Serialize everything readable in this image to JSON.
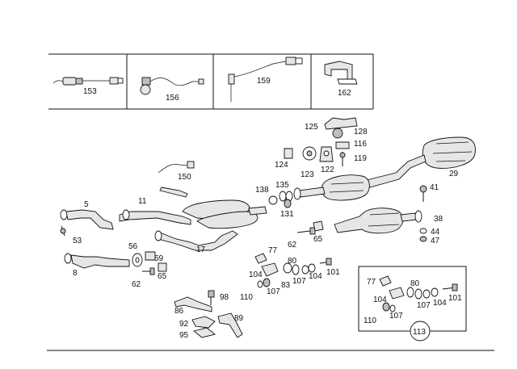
{
  "header_panels": [
    {
      "label": "153"
    },
    {
      "label": "156"
    },
    {
      "label": "159"
    },
    {
      "label": "162"
    }
  ],
  "callouts": {
    "c125": "125",
    "c128": "128",
    "c116": "116",
    "c119": "119",
    "c124": "124",
    "c123": "123",
    "c122": "122",
    "c29": "29",
    "c150": "150",
    "c5": "5",
    "c11": "11",
    "c138": "138",
    "c135": "135",
    "c131": "131",
    "c41": "41",
    "c38": "38",
    "c44": "44",
    "c47": "47",
    "c53": "53",
    "c17": "17",
    "c62a": "62",
    "c65a": "65",
    "c56": "56",
    "c59": "59",
    "c62b": "62",
    "c65b": "65",
    "c8": "8",
    "c77a": "77",
    "c80a": "80",
    "c104a": "104",
    "c83": "83",
    "c107a": "107",
    "c104b": "104",
    "c101a": "101",
    "c110a": "110",
    "c107b": "107",
    "c98": "98",
    "c86": "86",
    "c89": "89",
    "c92": "92",
    "c95": "95"
  },
  "inset": {
    "labels": {
      "c77": "77",
      "c80": "80",
      "c104a": "104",
      "c107a": "107",
      "c104b": "104",
      "c101": "101",
      "c110": "110",
      "c107b": "107"
    },
    "group_label": "113"
  }
}
